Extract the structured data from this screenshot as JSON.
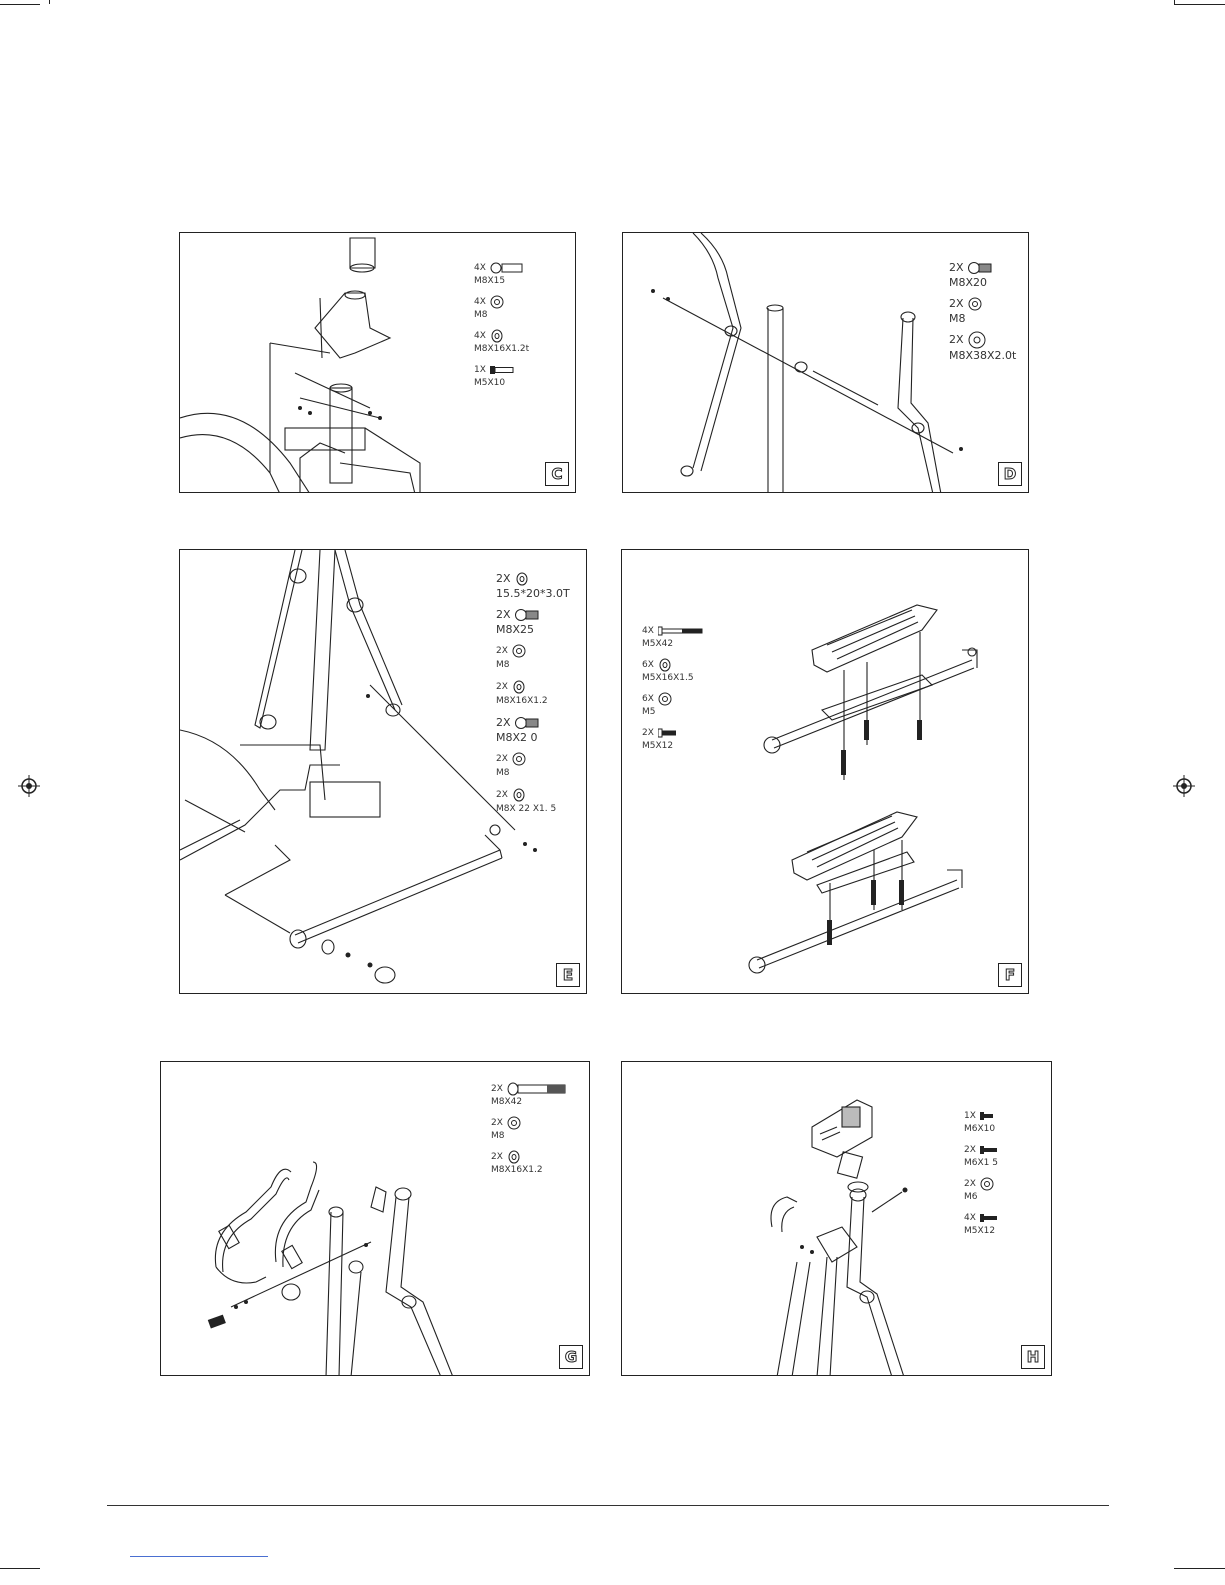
{
  "panels": {
    "c": {
      "letter": "C",
      "parts": [
        {
          "qty": "4X",
          "spec": "M8X15",
          "icon": "bolt-icon"
        },
        {
          "qty": "4X",
          "spec": "M8",
          "icon": "nut-icon"
        },
        {
          "qty": "4X",
          "spec": "M8X16X1.2t",
          "icon": "washer-icon"
        },
        {
          "qty": "1X",
          "spec": "M5X10",
          "icon": "screw-icon"
        }
      ]
    },
    "d": {
      "letter": "D",
      "parts": [
        {
          "qty": "2X",
          "spec": "M8X20",
          "icon": "bolt-icon"
        },
        {
          "qty": "2X",
          "spec": "M8",
          "icon": "nut-icon"
        },
        {
          "qty": "2X",
          "spec": "M8X38X2.0t",
          "icon": "washer-icon"
        }
      ]
    },
    "e": {
      "letter": "E",
      "parts": [
        {
          "qty": "2X",
          "spec": "15.5*20*3.0T",
          "icon": "washer-icon"
        },
        {
          "qty": "2X",
          "spec": "M8X25",
          "icon": "bolt-icon"
        },
        {
          "qty": "2X",
          "spec": "M8",
          "icon": "nut-icon"
        },
        {
          "qty": "2X",
          "spec": "M8X16X1.2",
          "icon": "washer-icon"
        },
        {
          "qty": "2X",
          "spec": "M8X2 0",
          "icon": "bolt-icon"
        },
        {
          "qty": "2X",
          "spec": "M8",
          "icon": "nut-icon"
        },
        {
          "qty": "2X",
          "spec": "M8X 22 X1. 5",
          "icon": "washer-icon"
        }
      ]
    },
    "f": {
      "letter": "F",
      "parts": [
        {
          "qty": "4X",
          "spec": "M5X42",
          "icon": "long-screw-icon"
        },
        {
          "qty": "6X",
          "spec": "M5X16X1.5",
          "icon": "washer-icon"
        },
        {
          "qty": "6X",
          "spec": "M5",
          "icon": "nut-icon"
        },
        {
          "qty": "2X",
          "spec": "M5X12",
          "icon": "screw-icon"
        }
      ]
    },
    "g": {
      "letter": "G",
      "parts": [
        {
          "qty": "2X",
          "spec": "M8X42",
          "icon": "long-bolt-icon"
        },
        {
          "qty": "2X",
          "spec": "M8",
          "icon": "nut-icon"
        },
        {
          "qty": "2X",
          "spec": "M8X16X1.2",
          "icon": "washer-icon"
        }
      ]
    },
    "h": {
      "letter": "H",
      "parts": [
        {
          "qty": "1X",
          "spec": "M6X10",
          "icon": "screw-icon"
        },
        {
          "qty": "2X",
          "spec": "M6X1 5",
          "icon": "screw-icon"
        },
        {
          "qty": "2X",
          "spec": "M6",
          "icon": "nut-icon"
        },
        {
          "qty": "4X",
          "spec": "M5X12",
          "icon": "screw-icon"
        }
      ]
    }
  }
}
